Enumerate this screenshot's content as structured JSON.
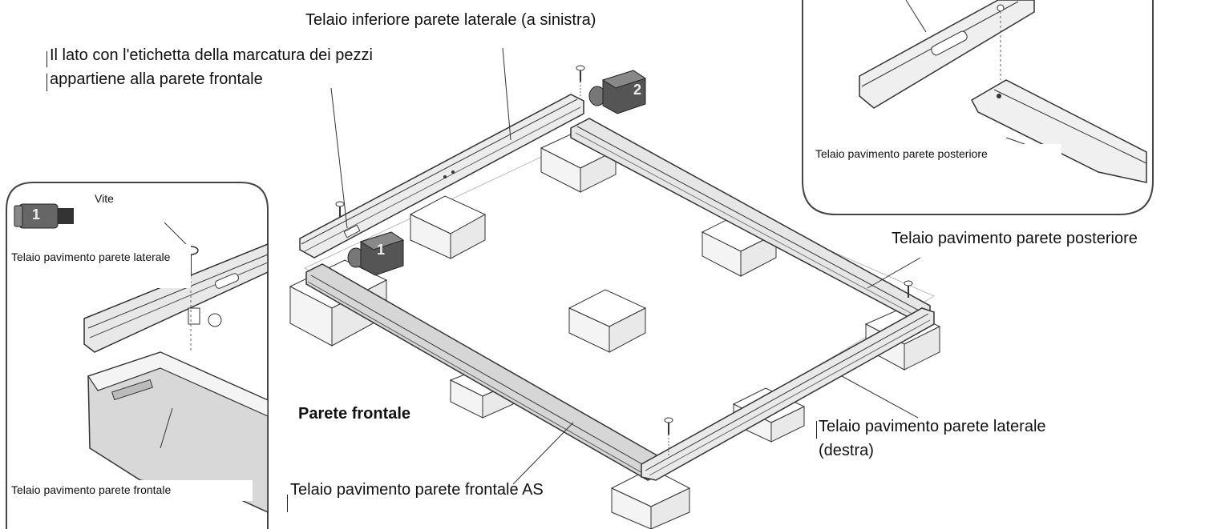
{
  "labels": {
    "telaio_inferiore_sinistra": "Telaio inferiore parete laterale (a sinistra)",
    "lato_etichetta_line1": "Il lato con l'etichetta della marcatura dei pezzi",
    "lato_etichetta_line2": "appartiene alla parete frontale",
    "telaio_pavimento_posteriore": "Telaio pavimento parete posteriore",
    "telaio_pavimento_laterale_destra_line1": "Telaio pavimento parete laterale",
    "telaio_pavimento_laterale_destra_line2": "(destra)",
    "parete_frontale": "Parete frontale",
    "telaio_pavimento_frontale_as": "Telaio pavimento parete frontale AS"
  },
  "inset_left": {
    "vite": "Vite",
    "telaio_laterale": "Telaio pavimento parete laterale",
    "telaio_frontale": "Telaio pavimento parete frontale",
    "bolt_number": "1"
  },
  "inset_right": {
    "telaio_posteriore": "Telaio pavimento parete posteriore"
  },
  "markers": {
    "marker_1": "1",
    "marker_2": "2"
  },
  "colors": {
    "line": "#333333",
    "frame_fill": "#dcdcdc",
    "bolt_fill": "#555555",
    "block_fill": "#ffffff"
  }
}
